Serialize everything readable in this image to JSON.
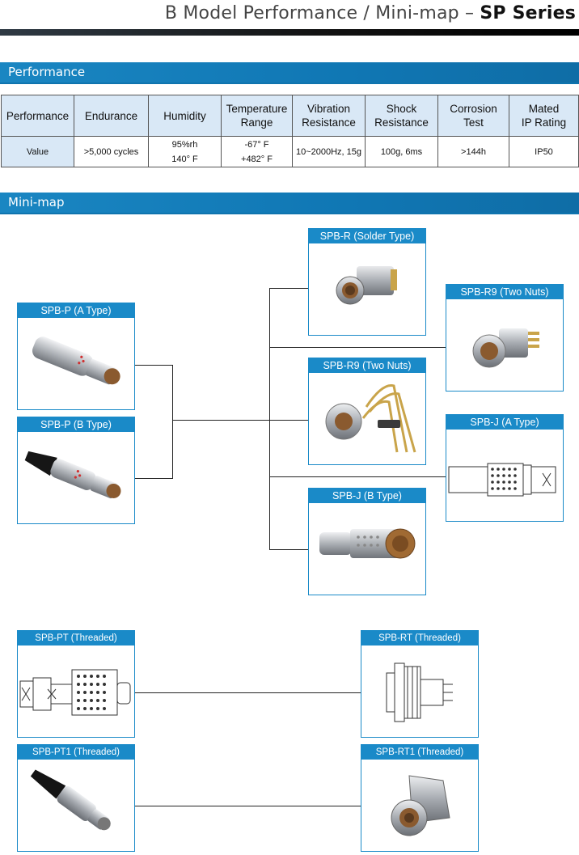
{
  "header": {
    "title_prefix": "B Model Performance / Mini-map – ",
    "title_series": "SP Series"
  },
  "sections": {
    "performance": "Performance",
    "minimap": "Mini-map"
  },
  "performance_table": {
    "headers": [
      "Performance",
      "Endurance",
      "Humidity",
      "Temperature\nRange",
      "Vibration\nResistance",
      "Shock\nResistance",
      "Corrosion\nTest",
      "Mated\nIP Rating"
    ],
    "row_label": "Value",
    "values": [
      ">5,000 cycles",
      "95%rh\n140° F",
      "-67° F\n+482° F",
      "10~2000Hz, 15g",
      "100g, 6ms",
      ">144h",
      "IP50"
    ]
  },
  "cards": {
    "spb_r": "SPB-R (Solder Type)",
    "spb_r9_right": "SPB-R9 (Two Nuts)",
    "spb_p_a": "SPB-P (A Type)",
    "spb_r9_mid": "SPB-R9 (Two Nuts)",
    "spb_j_a": "SPB-J (A Type)",
    "spb_p_b": "SPB-P (B Type)",
    "spb_j_b": "SPB-J (B Type)",
    "spb_pt": "SPB-PT (Threaded)",
    "spb_rt": "SPB-RT (Threaded)",
    "spb_pt1": "SPB-PT1 (Threaded)",
    "spb_rt1": "SPB-RT1 (Threaded)"
  }
}
